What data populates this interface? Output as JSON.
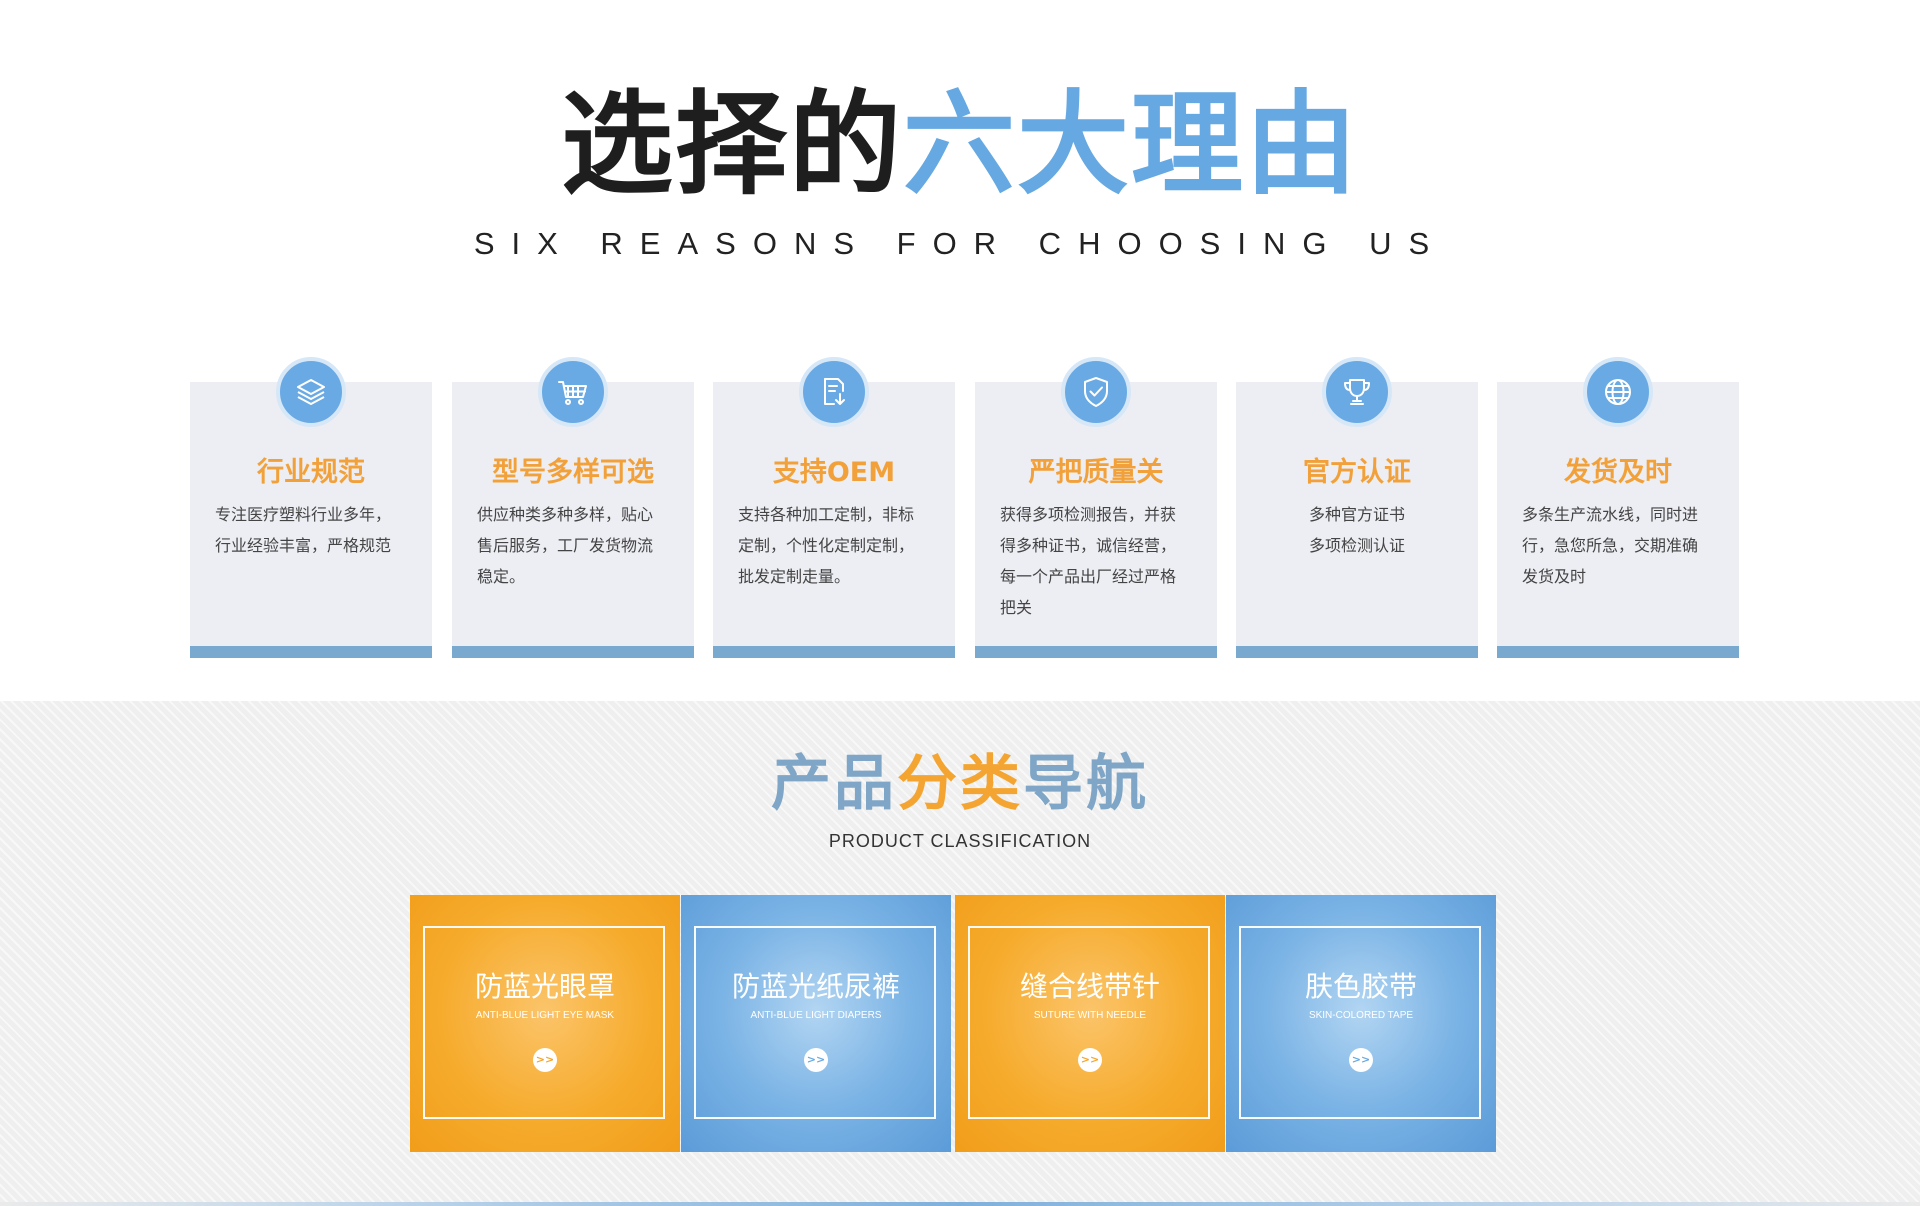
{
  "reasons": {
    "title_black": "选择的",
    "title_blue": "六大理由",
    "subtitle": "SIX REASONS FOR CHOOSING US",
    "cards": [
      {
        "icon": "layers-icon",
        "title": "行业规范",
        "lines": [
          "专注医疗塑料行业多年，",
          "行业经验丰富，严格规范"
        ]
      },
      {
        "icon": "shopping-cart-icon",
        "title": "型号多样可选",
        "lines": [
          "供应种类多种多样，贴心",
          "售后服务，工厂发货物流",
          "稳定。"
        ]
      },
      {
        "icon": "document-download-icon",
        "title": "支持OEM",
        "lines": [
          "支持各种加工定制，非标",
          "定制，个性化定制定制，",
          "批发定制走量。"
        ]
      },
      {
        "icon": "shield-check-icon",
        "title": "严把质量关",
        "lines": [
          "获得多项检测报告，并获",
          "得多种证书，诚信经营，",
          "每一个产品出厂经过严格",
          "把关"
        ]
      },
      {
        "icon": "trophy-icon",
        "title": "官方认证",
        "lines": [
          "多种官方证书",
          "多项检测认证"
        ]
      },
      {
        "icon": "globe-icon",
        "title": "发货及时",
        "lines": [
          "多条生产流水线，同时进",
          "行，急您所急，交期准确",
          "发货及时"
        ]
      }
    ],
    "colors": {
      "accent_blue": "#66a8e2",
      "accent_orange": "#f2a13a",
      "card_bg": "#edeef3",
      "card_bar": "#7aa9d0"
    }
  },
  "products": {
    "title_blue_1": "产品",
    "title_orange": "分类",
    "title_blue_2": "导航",
    "subtitle": "PRODUCT CLASSIFICATION",
    "tiles": [
      {
        "color": "orange",
        "name": "防蓝光眼罩",
        "en": "ANTI-BLUE LIGHT EYE MASK",
        "more": ">>"
      },
      {
        "color": "blue",
        "name": "防蓝光纸尿裤",
        "en": "ANTI-BLUE LIGHT DIAPERS",
        "more": ">>"
      },
      {
        "color": "orange",
        "name": "缝合线带针",
        "en": "SUTURE WITH NEEDLE",
        "more": ">>"
      },
      {
        "color": "blue",
        "name": "肤色胶带",
        "en": "SKIN-COLORED TAPE",
        "more": ">>"
      }
    ]
  }
}
